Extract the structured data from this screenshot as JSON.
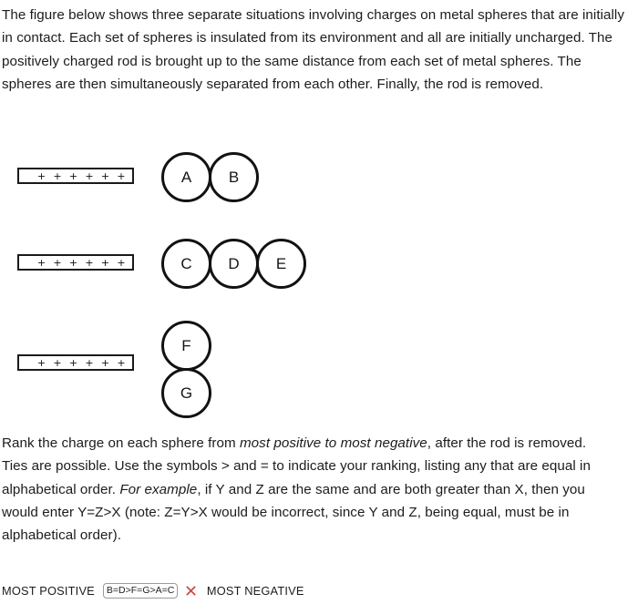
{
  "intro": {
    "text": "The figure below shows three separate situations involving charges on metal spheres that are initially in contact. Each set of spheres is insulated from its environment and all are initially uncharged. The positively charged rod is brought up to the same distance from each set of metal spheres. The spheres are then simultaneously separated from each other. Finally, the rod is removed."
  },
  "figure": {
    "rod_charges": "+ + + + + +",
    "situations": [
      {
        "id": "situation-1",
        "rod_label": "positively-charged-rod",
        "spheres": [
          {
            "label": "A"
          },
          {
            "label": "B"
          }
        ]
      },
      {
        "id": "situation-2",
        "rod_label": "positively-charged-rod",
        "spheres": [
          {
            "label": "C"
          },
          {
            "label": "D"
          },
          {
            "label": "E"
          }
        ]
      },
      {
        "id": "situation-3",
        "rod_label": "positively-charged-rod",
        "spheres": [
          {
            "label": "F"
          },
          {
            "label": "G"
          }
        ]
      }
    ]
  },
  "question": {
    "part_1": "Rank the charge on each sphere from ",
    "emphasis_1": "most positive to most negative",
    "part_2": ", after the rod is removed. Ties are possible. Use the symbols > and = to indicate your ranking, listing any that are equal in alphabetical order. ",
    "emphasis_2": "For example",
    "part_3": ", if Y and Z are the same and are both greater than X, then you would enter Y=Z>X (note: Z=Y>X would be incorrect, since Y and Z, being equal, must be in alphabetical order)."
  },
  "answer": {
    "most_positive_label": "MOST POSITIVE",
    "most_negative_label": "MOST NEGATIVE",
    "input_value": "B=D>F=G>A=C",
    "input_placeholder": "",
    "status_icon": "incorrect-x-icon",
    "status_color": "#cf4444"
  }
}
